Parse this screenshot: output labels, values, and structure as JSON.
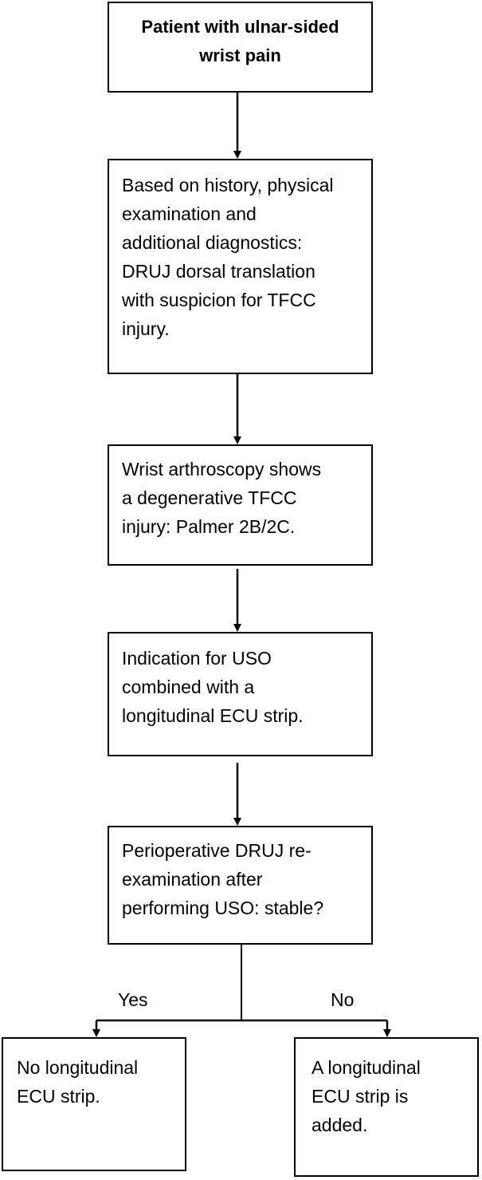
{
  "nodes": {
    "start": "Patient with ulnar-sided\nwrist pain",
    "history": "Based on history, physical\nexamination and\nadditional diagnostics:\nDRUJ dorsal translation\nwith suspicion for TFCC\ninjury.",
    "arthroscopy": "Wrist arthroscopy shows\na degenerative TFCC\ninjury: Palmer 2B/2C.",
    "indication": "Indication for USO\ncombined with a\nlongitudinal ECU strip.",
    "reexamination": "Perioperative DRUJ re-\nexamination after\nperforming USO: stable?",
    "outcome_yes": "No longitudinal\nECU strip.",
    "outcome_no": "A longitudinal\nECU strip is\nadded."
  },
  "branches": {
    "yes": "Yes",
    "no": "No"
  },
  "colors": {
    "line": "#000000",
    "box_border": "#000000",
    "background": "#ffffff"
  }
}
